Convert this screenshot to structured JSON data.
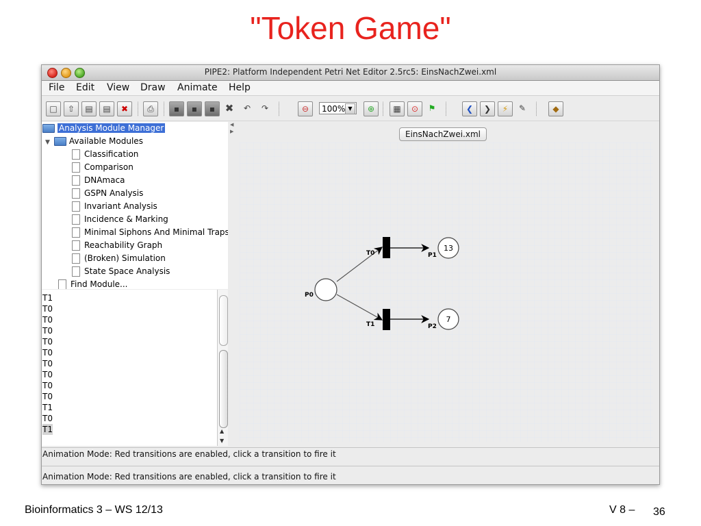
{
  "slide": {
    "title": "\"Token Game\"",
    "footer_left": "Bioinformatics 3 – WS 12/13",
    "footer_right": "V 8 –",
    "page_number": "36"
  },
  "window": {
    "title": "PIPE2: Platform Independent Petri Net Editor 2.5rc5: EinsNachZwei.xml"
  },
  "menu": [
    "File",
    "Edit",
    "View",
    "Draw",
    "Animate",
    "Help"
  ],
  "toolbar": {
    "zoom_value": "100%"
  },
  "tree": {
    "root": "Analysis Module Manager",
    "folder": "Available Modules",
    "modules": [
      "Classification",
      "Comparison",
      "DNAmaca",
      "GSPN Analysis",
      "Invariant Analysis",
      "Incidence & Marking",
      "Minimal Siphons And Minimal Traps",
      "Reachability Graph",
      "(Broken) Simulation",
      "State Space Analysis"
    ],
    "partial": "Find Module..."
  },
  "log": [
    "T1",
    "T0",
    "T0",
    "T0",
    "T0",
    "T0",
    "T0",
    "T0",
    "T0",
    "T0",
    "T1",
    "T0",
    "T1"
  ],
  "tab": {
    "label": "EinsNachZwei.xml"
  },
  "net": {
    "places": [
      {
        "label": "P0",
        "tokens": ""
      },
      {
        "label": "P1",
        "tokens": "13"
      },
      {
        "label": "P2",
        "tokens": "7"
      }
    ],
    "transitions": [
      {
        "label": "T0"
      },
      {
        "label": "T1"
      }
    ]
  },
  "status": {
    "line1": "Animation Mode: Red transitions are enabled, click a transition to fire it",
    "line2": "Animation Mode: Red transitions are enabled, click a transition to fire it"
  }
}
